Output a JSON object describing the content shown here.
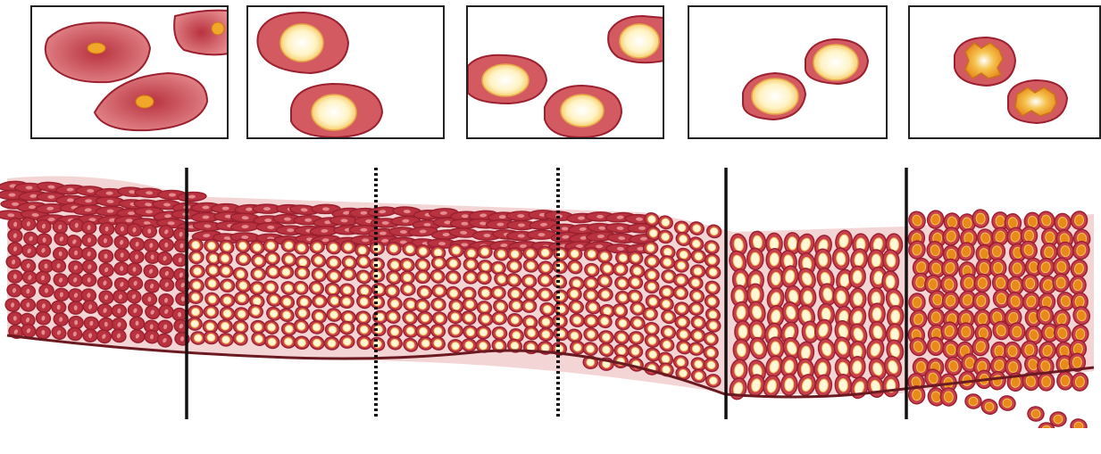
{
  "diagram": {
    "stage_count": 5,
    "colors": {
      "cell_outline": "#9b2030",
      "cell_fill_dark": "#b8323f",
      "cell_fill_light": "#e58a8e",
      "nucleus_small": "#f0a72a",
      "nucleus_pale": "#fff7d6",
      "nucleus_pale_edge": "#f3c55a",
      "nucleus_orange": "#e88a1a",
      "basement_line": "#6b1a22",
      "divider": "#111111",
      "panel_border": "#222222"
    },
    "boundaries": [
      {
        "style": "solid"
      },
      {
        "style": "dotted"
      },
      {
        "style": "dotted"
      },
      {
        "style": "solid"
      },
      {
        "style": "solid"
      }
    ],
    "stages": [
      {
        "nucleus_style": "small-orange"
      },
      {
        "nucleus_style": "pale-large"
      },
      {
        "nucleus_style": "pale-large"
      },
      {
        "nucleus_style": "pale-large"
      },
      {
        "nucleus_style": "orange-fragmented"
      }
    ]
  }
}
